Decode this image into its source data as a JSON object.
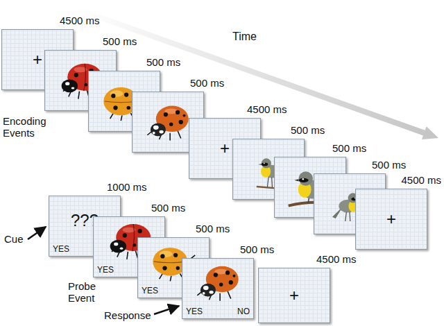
{
  "diagram": {
    "nodes": [
      {
        "text": [
          "+"
        ]
      },
      {
        "text": [
          "+"
        ]
      },
      {
        "text": [
          "+"
        ]
      },
      {
        "text": [
          "???",
          "YES"
        ]
      },
      {
        "text": [
          "YES"
        ]
      },
      {
        "text": [
          "YES"
        ]
      },
      {
        "text": [
          "YES",
          "NO"
        ]
      },
      {
        "text": [
          "+"
        ]
      }
    ],
    "labels": [
      "4500 ms",
      "500 ms",
      "500 ms",
      "500 ms",
      "Time",
      "4500 ms",
      "500 ms",
      "500 ms",
      "500 ms",
      "4500 ms",
      "Encoding Events",
      "1000 ms",
      "500 ms",
      "500 ms",
      "500 ms",
      "4500 ms",
      "Cue",
      "Probe Event",
      "Response"
    ]
  }
}
